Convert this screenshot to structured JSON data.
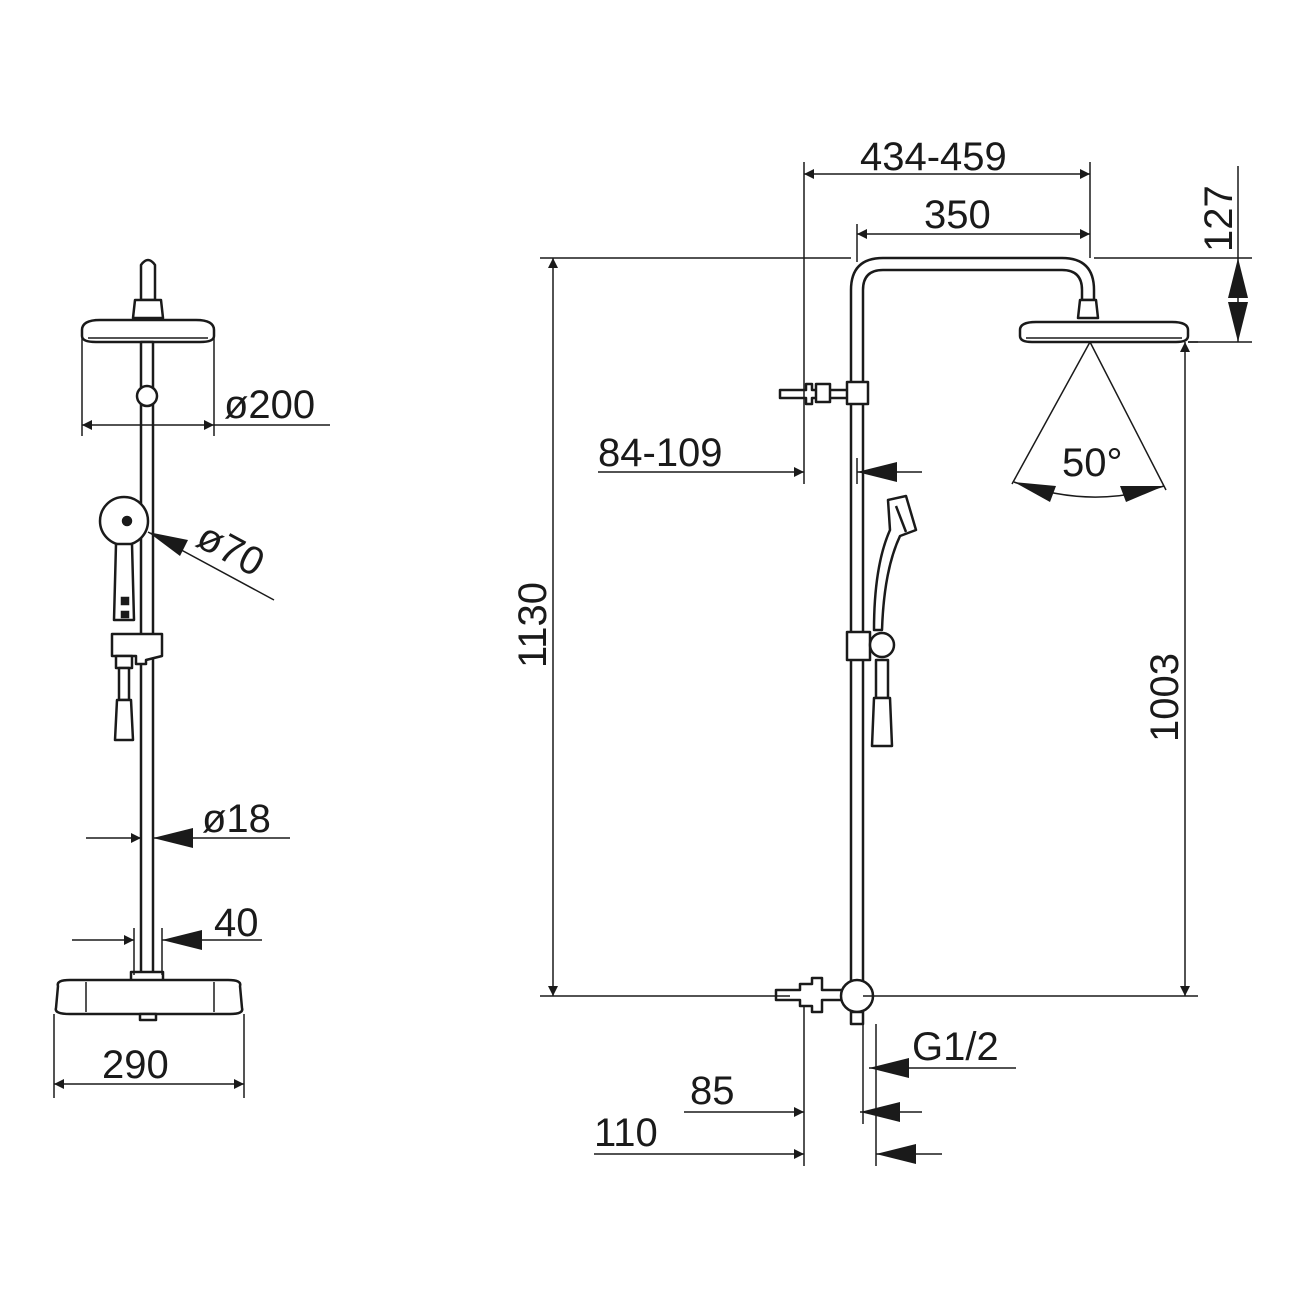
{
  "front_view": {
    "head_diameter": "ø200",
    "handshower_diameter": "ø70",
    "rail_diameter": "ø18",
    "rail_spacing": "40",
    "thermostat_width": "290"
  },
  "side_view": {
    "projection_range": "434-459",
    "arm_length": "350",
    "head_drop": "127",
    "wall_bracket_range": "84-109",
    "spray_angle": "50°",
    "overall_height": "1130",
    "head_height": "1003",
    "thread_size": "G1/2",
    "inlet_offset_85": "85",
    "inlet_offset_110": "110"
  },
  "colors": {
    "line": "#1a1a1a",
    "background": "#ffffff"
  }
}
